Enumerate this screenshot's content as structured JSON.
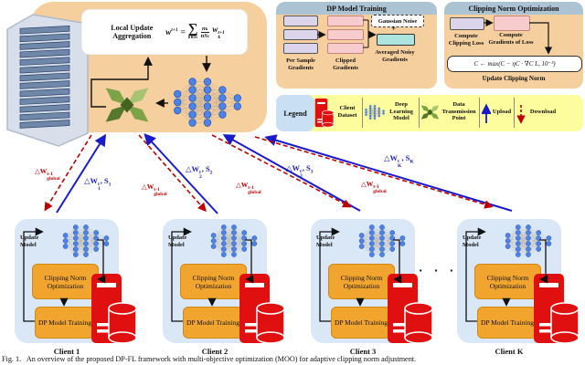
{
  "colors": {
    "server_panel_bg": "#F6CF9F",
    "panel_header_bg": "#ABC3D3",
    "legend_yellow": "#FDFD9E",
    "legend_blue": "#C9DFF3",
    "client_box_bg": "#D9E7F6",
    "orange_box": "#F1A52E",
    "lavender_box": "#DCD4EA",
    "pink_box": "#F6CCCC",
    "cyan_box": "#ACE4E0",
    "upload_blue": "#1A1ACD",
    "download_red": "#C00000",
    "database_red": "#E01010",
    "transmission_green": "#7CA447"
  },
  "server_panel": {
    "agg_title_line1": "Local Update",
    "agg_title_line2": "Aggregation",
    "formula": {
      "lhs": "w",
      "lhs_sup": "t+1",
      "eq": "=",
      "sum": "∑",
      "sum_under": "k∈Sₜ",
      "num": "nₖ",
      "den": "nSₜ",
      "rhs": "w",
      "rhs_sup": "t+1",
      "rhs_sub": "k"
    }
  },
  "dp_training": {
    "title": "DP Model Training",
    "gaussian": "Gaussian Noise",
    "plus": "+",
    "per_sample": "Per Sample Gradients",
    "clipped": "Clipped Gradients",
    "averaged": "Averaged Noisy Gradients"
  },
  "clipping_opt": {
    "title": "Clipping Norm Optimization",
    "compute_loss": "Compute Clipping Loss",
    "compute_grad": "Compute Gradients of Loss",
    "formula": "C ← max(C − ηC · ∇C L, 10⁻³)",
    "update": "Update Clipping Norm"
  },
  "legend": {
    "title": "Legend",
    "items": [
      {
        "label": "Client Dataset"
      },
      {
        "label": "Deep Learning Model"
      },
      {
        "label": "Data Transmission Point"
      },
      {
        "label": "Upload"
      },
      {
        "label": "Download"
      }
    ]
  },
  "transmissions": [
    {
      "up": {
        "base": "△W",
        "sup": "t",
        "sub": "1",
        "tail": ", S",
        "tail_sub": "1"
      },
      "down": {
        "base": "△W",
        "sup": "t-1",
        "sub": "global"
      }
    },
    {
      "up": {
        "base": "△W",
        "sup": "t",
        "sub": "2",
        "tail": ", S",
        "tail_sub": "2"
      },
      "down": {
        "base": "△W",
        "sup": "t-1",
        "sub": "global"
      }
    },
    {
      "up": {
        "base": "△W",
        "sup": "t",
        "sub": "3",
        "tail": ", S",
        "tail_sub": "3"
      },
      "down": {
        "base": "△W",
        "sup": "t-1",
        "sub": "global"
      }
    },
    {
      "up": {
        "base": "△W",
        "sup": "t",
        "sub": "K",
        "tail": ", S",
        "tail_sub": "K"
      },
      "down": {
        "base": "△W",
        "sup": "t-1",
        "sub": "global"
      }
    }
  ],
  "client_block": {
    "update_model_line1": "Update",
    "update_model_line2": "Model",
    "clipping": "Clipping Norm Optimization",
    "dp_training": "DP Model Training"
  },
  "clients": [
    {
      "name": "Client 1"
    },
    {
      "name": "Client 2"
    },
    {
      "name": "Client 3"
    },
    {
      "name": "Client K"
    }
  ],
  "dots": "▪ ▪ ▪",
  "caption": "Fig. 1.   An overview of the proposed DP-FL framework with multi-objective optimization (MOO) for adaptive clipping norm adjustment."
}
